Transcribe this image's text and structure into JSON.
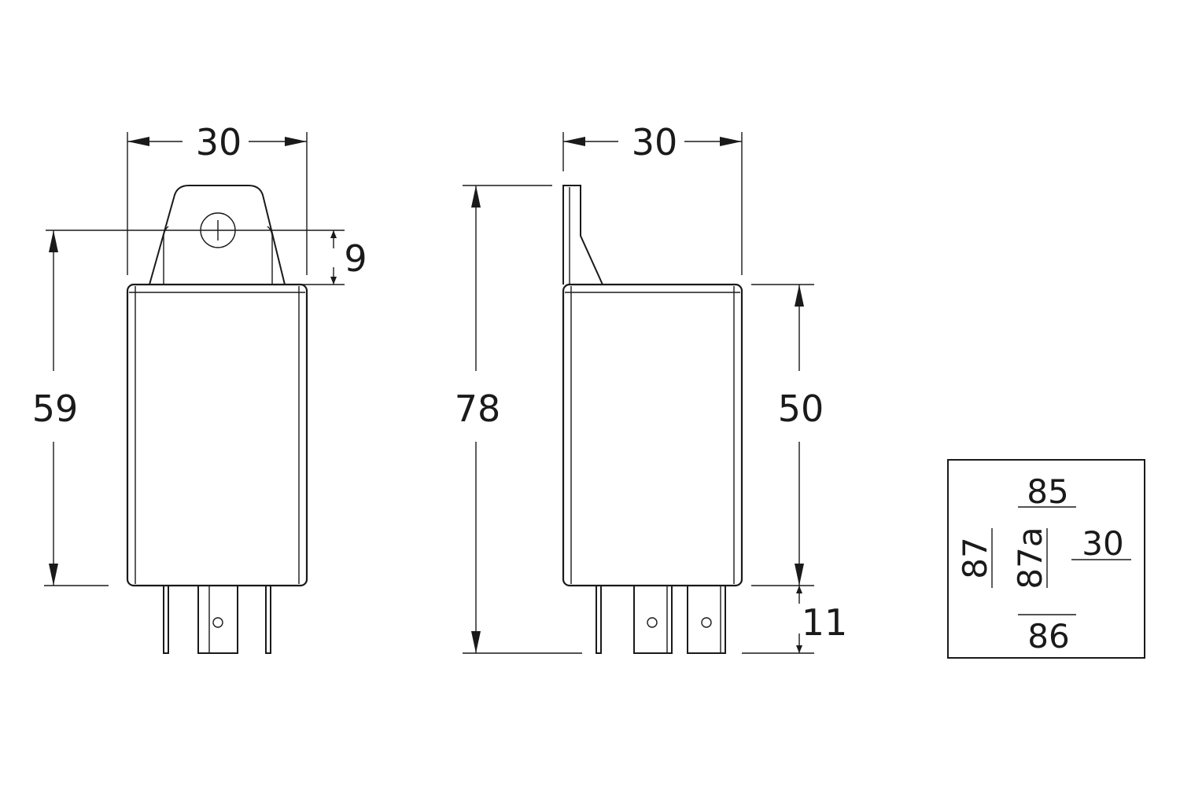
{
  "front_view": {
    "width_label": "30",
    "tab_label": "9",
    "height_label": "59"
  },
  "side_view": {
    "width_label": "30",
    "total_height_label": "78",
    "body_height_label": "50",
    "pin_length_label": "11"
  },
  "pin_diagram": {
    "terminal_85": "85",
    "terminal_87": "87",
    "terminal_87a": "87a",
    "terminal_30": "30",
    "terminal_86": "86"
  }
}
